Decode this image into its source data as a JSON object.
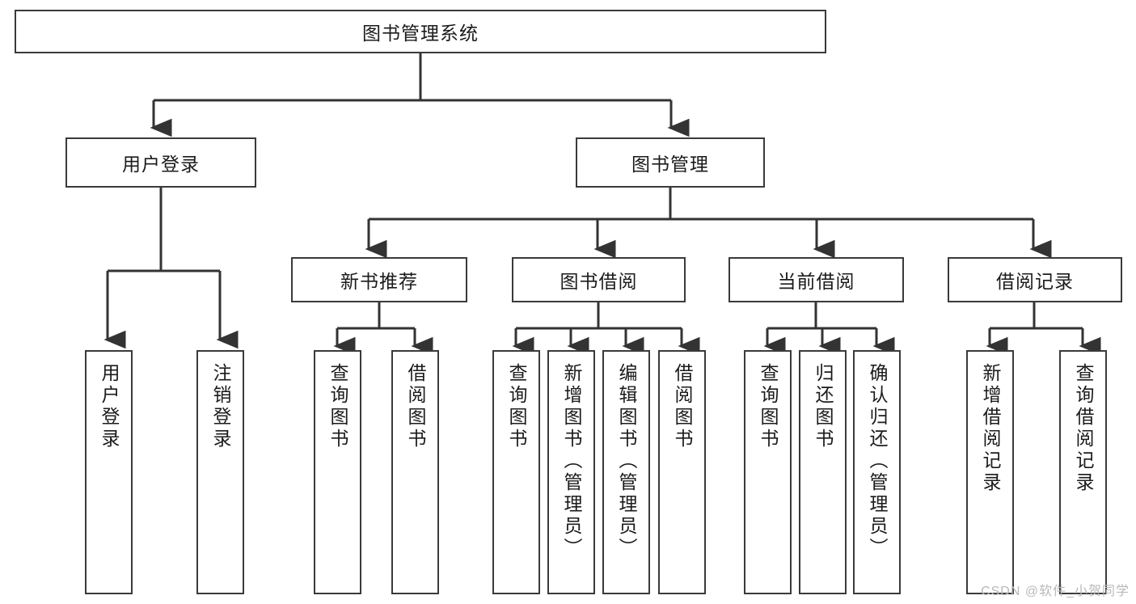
{
  "diagram": {
    "type": "tree-hierarchy-diagram",
    "title": "图书管理系统",
    "root": {
      "label": "图书管理系统"
    },
    "level2": [
      {
        "id": "user-login",
        "label": "用户登录"
      },
      {
        "id": "book-management",
        "label": "图书管理"
      }
    ],
    "level3": [
      {
        "id": "new-book-recommend",
        "label": "新书推荐",
        "parent": "book-management"
      },
      {
        "id": "book-borrow",
        "label": "图书借阅",
        "parent": "book-management"
      },
      {
        "id": "current-borrow",
        "label": "当前借阅",
        "parent": "book-management"
      },
      {
        "id": "borrow-record",
        "label": "借阅记录",
        "parent": "book-management"
      }
    ],
    "leaves": [
      {
        "id": "leaf-user-login",
        "label": "用户登录",
        "parent": "user-login"
      },
      {
        "id": "leaf-user-logout",
        "label": "注销登录",
        "parent": "user-login"
      },
      {
        "id": "leaf-query-book-1",
        "label": "查询图书",
        "parent": "new-book-recommend"
      },
      {
        "id": "leaf-borrow-book-1",
        "label": "借阅图书",
        "parent": "new-book-recommend"
      },
      {
        "id": "leaf-query-book-2",
        "label": "查询图书",
        "parent": "book-borrow"
      },
      {
        "id": "leaf-add-book",
        "label": "新增图书（管理员）",
        "parent": "book-borrow"
      },
      {
        "id": "leaf-edit-book",
        "label": "编辑图书（管理员）",
        "parent": "book-borrow"
      },
      {
        "id": "leaf-borrow-book-2",
        "label": "借阅图书",
        "parent": "book-borrow"
      },
      {
        "id": "leaf-query-book-3",
        "label": "查询图书",
        "parent": "current-borrow"
      },
      {
        "id": "leaf-return-book",
        "label": "归还图书",
        "parent": "current-borrow"
      },
      {
        "id": "leaf-confirm-return",
        "label": "确认归还（管理员）",
        "parent": "current-borrow"
      },
      {
        "id": "leaf-add-record",
        "label": "新增借阅记录",
        "parent": "borrow-record"
      },
      {
        "id": "leaf-query-record",
        "label": "查询借阅记录",
        "parent": "borrow-record"
      }
    ],
    "colors": {
      "background": "#ffffff",
      "box_border": "#3a3a3a",
      "box_fill": "#ffffff",
      "connector": "#333333",
      "text": "#1b1b1b",
      "watermark": "#b9b9b9"
    }
  },
  "watermark": {
    "text": "CSDN @软件_小贺同学"
  }
}
